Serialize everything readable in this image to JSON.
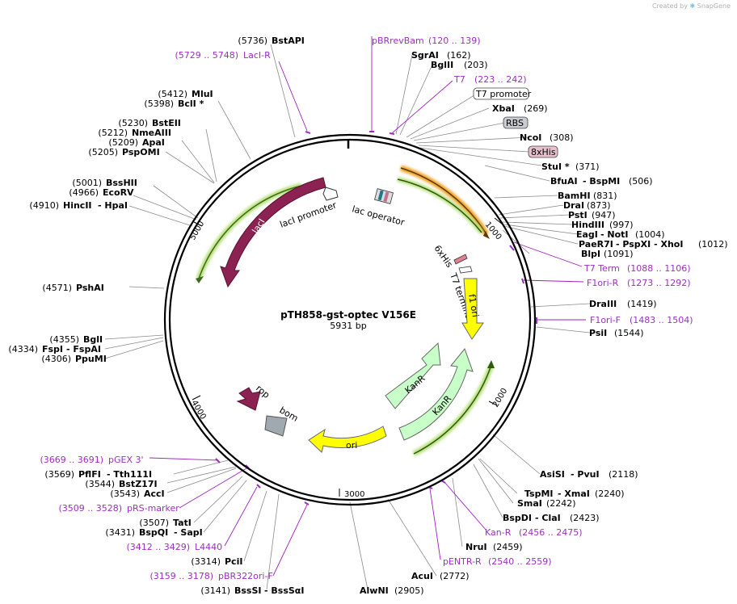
{
  "credit": {
    "prefix": "Created by",
    "brand": "SnapGene"
  },
  "plasmid": {
    "name": "pTH858-gst-optec V156E",
    "size": "5931 bp"
  },
  "ticks": [
    "1000",
    "2000",
    "3000",
    "4000",
    "5000"
  ],
  "features": {
    "lac_operator": "lac operator",
    "laci_promoter": "lacI promoter",
    "laci": "lacI",
    "his6": "6xHis",
    "t7_terminator": "T7 terminator",
    "f1_ori": "f1 ori",
    "kanr1": "KanR",
    "kanr2": "KanR",
    "ori": "ori",
    "rop": "rop",
    "bom": "bom"
  },
  "boxes": {
    "t7_promoter": "T7 promoter",
    "rbs": "RBS",
    "his8": "8xHis"
  },
  "sites": {
    "bstapi": {
      "pos": "(5736)",
      "name": "BstAPI"
    },
    "mlui": {
      "pos": "(5412)",
      "name": "MluI"
    },
    "bcli": {
      "pos": "(5398)",
      "name": "BclI *"
    },
    "bsteii": {
      "pos": "(5230)",
      "name": "BstEII"
    },
    "nmeaiii": {
      "pos": "(5212)",
      "name": "NmeAIII"
    },
    "apai": {
      "pos": "(5209)",
      "name": "ApaI"
    },
    "pspomi": {
      "pos": "(5205)",
      "name": "PspOMI"
    },
    "bsshii": {
      "pos": "(5001)",
      "name": "BssHII"
    },
    "ecorv": {
      "pos": "(4966)",
      "name": "EcoRV"
    },
    "hincii": {
      "pos": "(4910)",
      "name": "HincII",
      "alt": "- HpaI"
    },
    "pshai": {
      "pos": "(4571)",
      "name": "PshAI"
    },
    "bgli": {
      "pos": "(4355)",
      "name": "BglI"
    },
    "fspi": {
      "pos": "(4334)",
      "name": "FspI",
      "alt": "- FspAI"
    },
    "ppumi": {
      "pos": "(4306)",
      "name": "PpuMI"
    },
    "pflfi": {
      "pos": "(3569)",
      "name": "PflFI",
      "alt": "- Tth111I"
    },
    "bstz17i": {
      "pos": "(3544)",
      "name": "BstZ17I"
    },
    "acci": {
      "pos": "(3543)",
      "name": "AccI"
    },
    "tati": {
      "pos": "(3507)",
      "name": "TatI"
    },
    "bspqi": {
      "pos": "(3431)",
      "name": "BspQI",
      "alt": "- SapI"
    },
    "pcii": {
      "pos": "(3314)",
      "name": "PciI"
    },
    "bsssi": {
      "pos": "(3141)",
      "name": "BssSI",
      "alt": "- BssSαI"
    },
    "sgrai": {
      "name": "SgrAI",
      "pos": "(162)"
    },
    "bglii": {
      "name": "BglII",
      "pos": "(203)"
    },
    "xbai": {
      "name": "XbaI",
      "pos": "(269)"
    },
    "ncoi": {
      "name": "NcoI",
      "pos": "(308)"
    },
    "stui": {
      "name": "StuI *",
      "pos": "(371)"
    },
    "bfuai": {
      "name": "BfuAI",
      "alt": "- BspMI",
      "pos": "(506)"
    },
    "bamhi": {
      "name": "BamHI",
      "pos": "(831)"
    },
    "drai": {
      "name": "DraI",
      "pos": "(873)"
    },
    "psti": {
      "name": "PstI",
      "pos": "(947)"
    },
    "hindiii": {
      "name": "HindIII",
      "pos": "(997)"
    },
    "eagi": {
      "name": "EagI",
      "alt": "- NotI",
      "pos": "(1004)"
    },
    "paer7i": {
      "name": "PaeR7I",
      "alt": "- PspXI - XhoI",
      "pos": "(1012)"
    },
    "blpi": {
      "name": "BlpI",
      "pos": "(1091)"
    },
    "draiii": {
      "name": "DraIII",
      "pos": "(1419)"
    },
    "psii": {
      "name": "PsiI",
      "pos": "(1544)"
    },
    "asisi": {
      "name": "AsiSI",
      "alt": "- PvuI",
      "pos": "(2118)"
    },
    "tspmi": {
      "name": "TspMI",
      "alt": "- XmaI",
      "pos": "(2240)"
    },
    "smai": {
      "name": "SmaI",
      "pos": "(2242)"
    },
    "bspdi": {
      "name": "BspDI",
      "alt": "- ClaI",
      "pos": "(2423)"
    },
    "irui": {
      "name": "NruI",
      "pos": "(2459)"
    },
    "acui": {
      "name": "AcuI",
      "pos": "(2772)"
    },
    "alwni": {
      "name": "AlwNI",
      "pos": "(2905)"
    }
  },
  "primers": {
    "laci_r": {
      "range": "(5729 .. 5748)",
      "name": "LacI-R"
    },
    "pbrrevbam": {
      "name": "pBRrevBam",
      "range": "(120 .. 139)"
    },
    "t7": {
      "name": "T7",
      "range": "(223 .. 242)"
    },
    "t7term": {
      "name": "T7 Term",
      "range": "(1088 .. 1106)"
    },
    "f1ori_r": {
      "name": "F1ori-R",
      "range": "(1273 .. 1292)"
    },
    "f1ori_f": {
      "name": "F1ori-F",
      "range": "(1483 .. 1504)"
    },
    "kan_r": {
      "name": "Kan-R",
      "range": "(2456 .. 2475)"
    },
    "pentr_r": {
      "name": "pENTR-R",
      "range": "(2540 .. 2559)"
    },
    "pgex3": {
      "range": "(3669 .. 3691)",
      "name": "pGEX 3'"
    },
    "prs_marker": {
      "range": "(3509 .. 3528)",
      "name": "pRS-marker"
    },
    "l4440": {
      "range": "(3412 .. 3429)",
      "name": "L4440"
    },
    "pbr322ori_f": {
      "range": "(3159 .. 3178)",
      "name": "pBR322ori-F"
    }
  },
  "colors": {
    "laci": "#8b2252",
    "yellow": "#ffff00",
    "green": "#c8ffc8",
    "primer": "#9a2fc0",
    "highlight": "#b8e07a",
    "orange": "#f0a020"
  }
}
